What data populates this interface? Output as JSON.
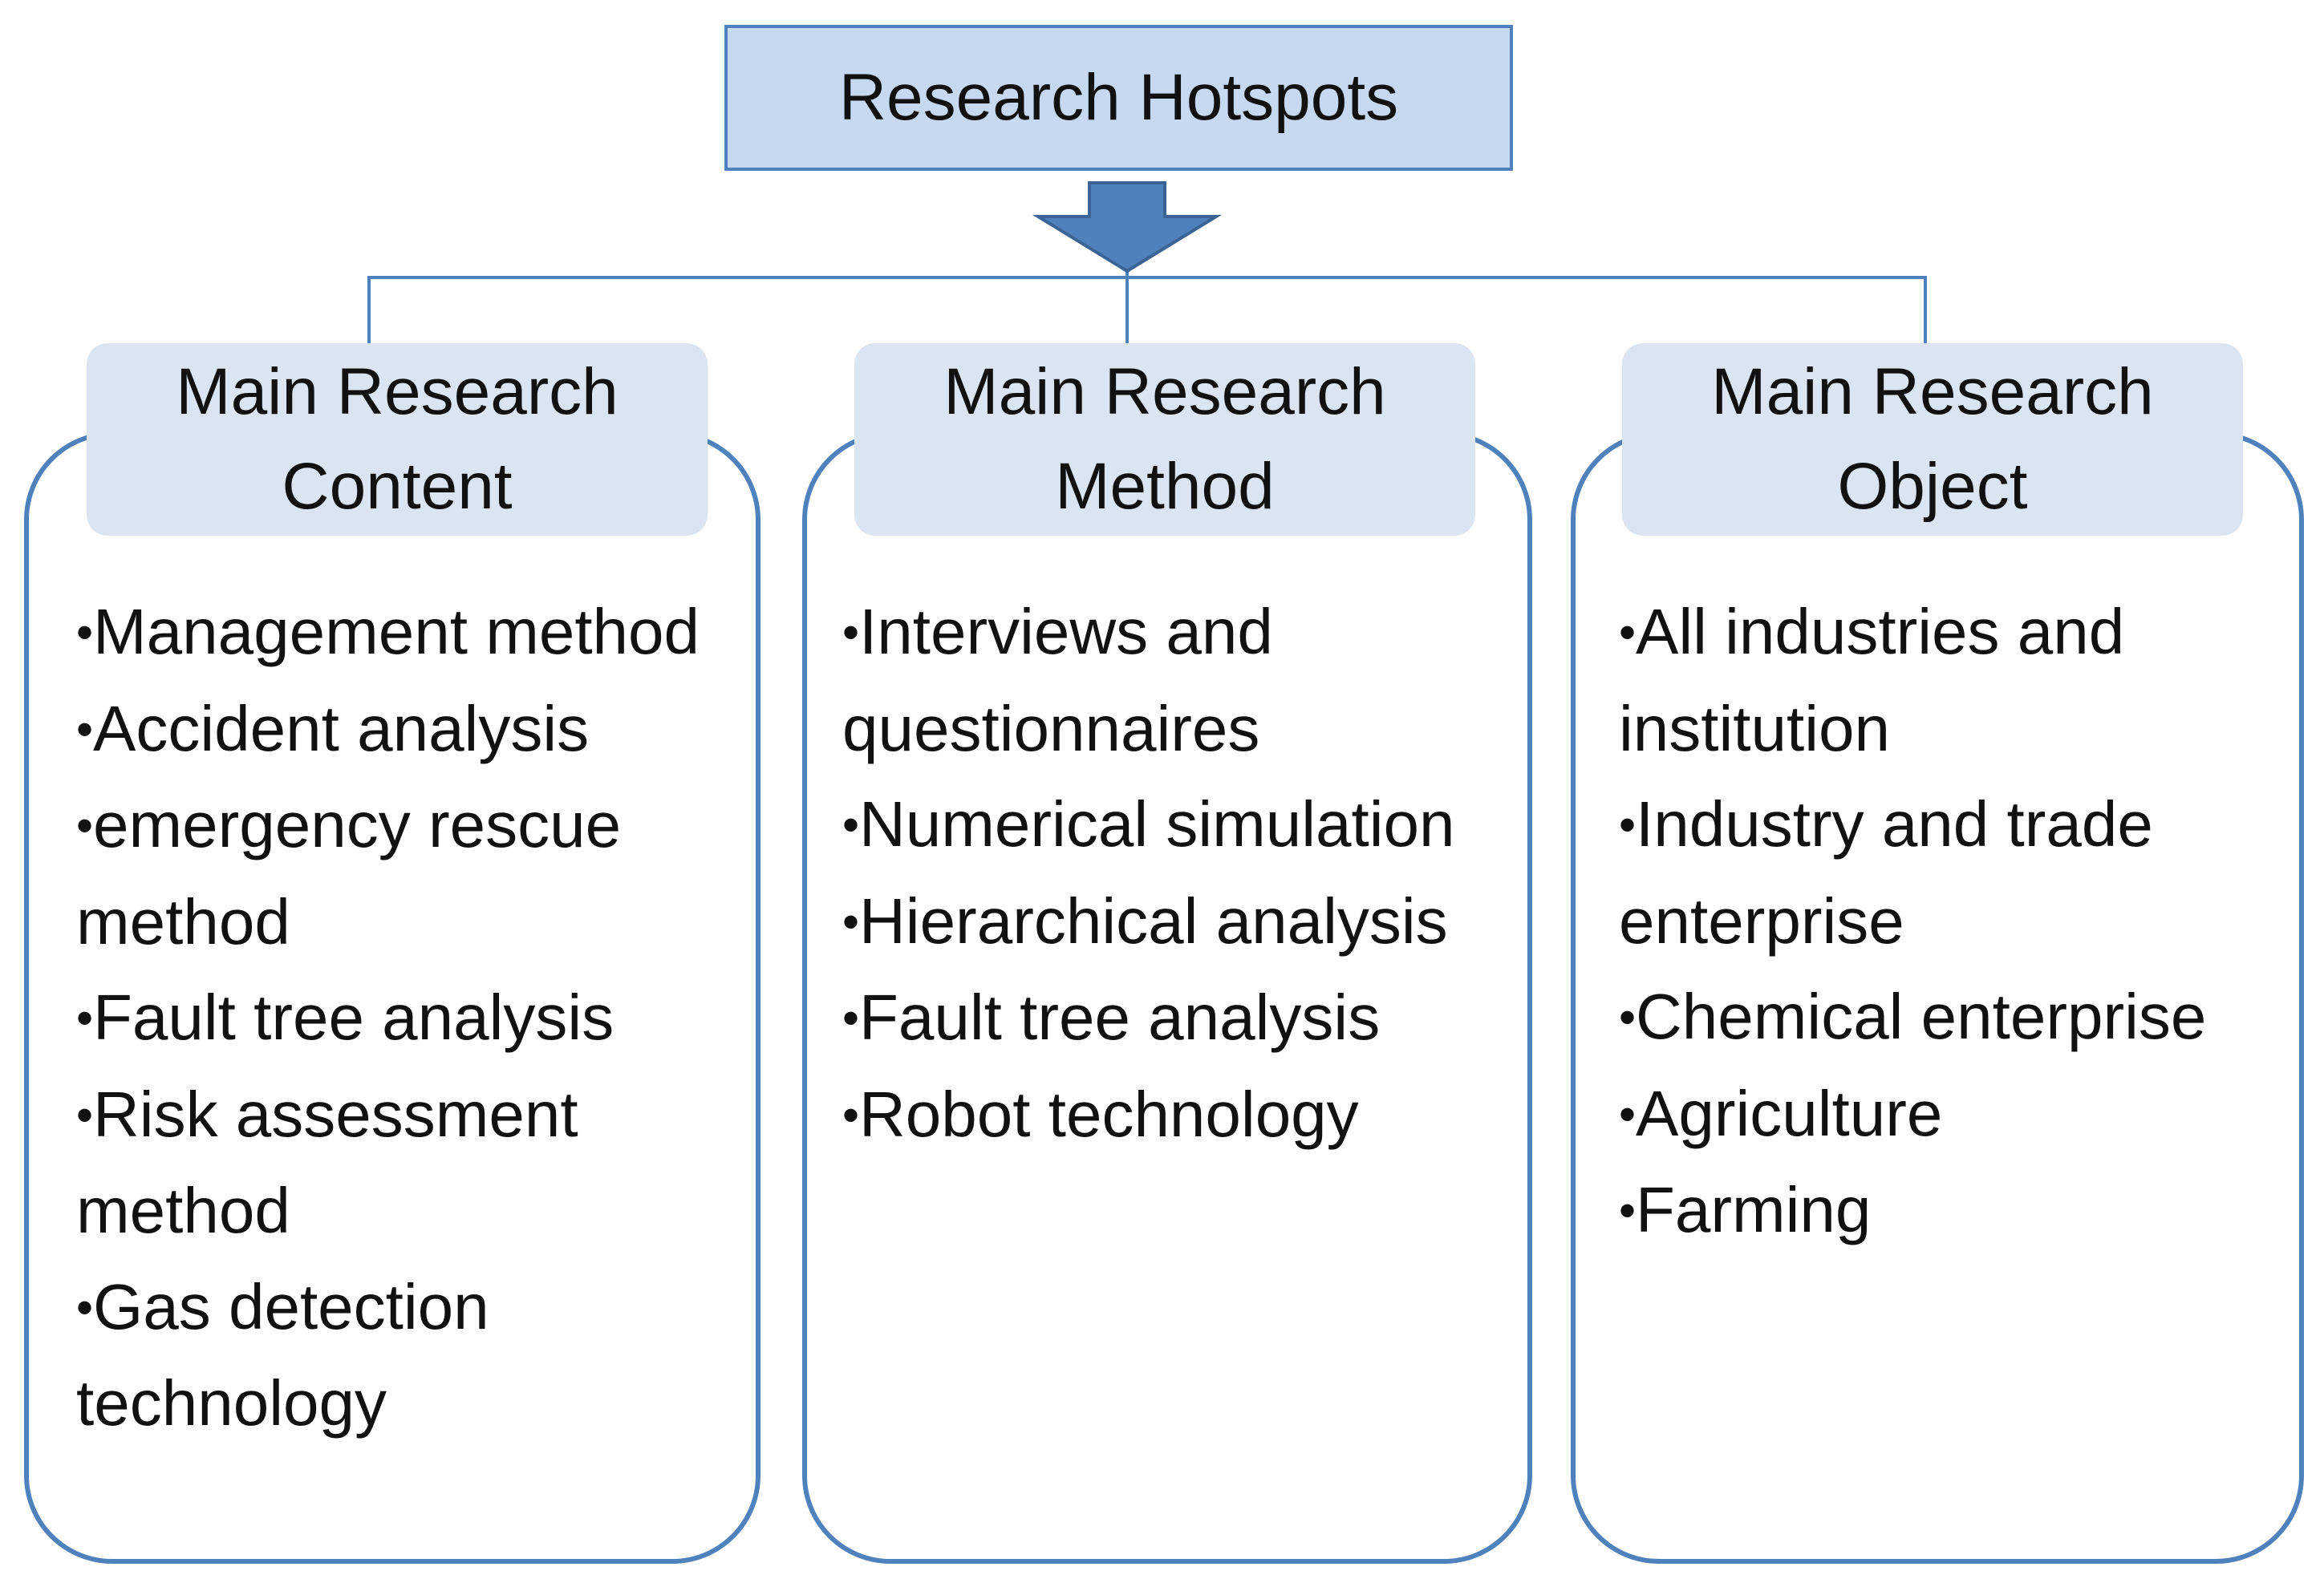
{
  "diagram": {
    "title": "Research Hotspots",
    "colors": {
      "accent": "#4f81bd",
      "top_fill": "#c6d9f1",
      "header_fill": "#dbe5f1",
      "text": "#111111"
    },
    "bullet_char": "•",
    "columns": [
      {
        "header_line1": "Main Research",
        "header_line2": "Content",
        "items": [
          "Management method",
          "Accident analysis",
          "emergency rescue method",
          "Fault tree analysis",
          "Risk assessment method",
          "Gas detection technology"
        ]
      },
      {
        "header_line1": "Main Research",
        "header_line2": "Method",
        "items": [
          "Interviews and questionnaires",
          "Numerical simulation",
          "Hierarchical analysis",
          "Fault tree analysis",
          "Robot technology"
        ]
      },
      {
        "header_line1": "Main Research",
        "header_line2": "Object",
        "items": [
          "All industries and institution",
          "Industry and trade enterprise",
          "Chemical enterprise",
          "Agriculture",
          "Farming"
        ]
      }
    ]
  }
}
